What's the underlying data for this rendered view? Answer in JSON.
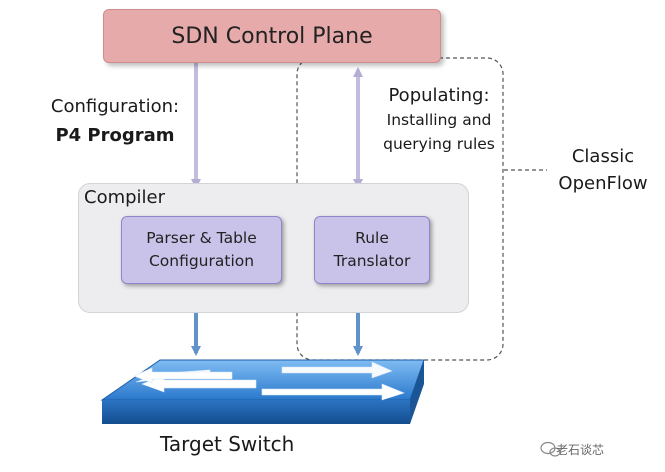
{
  "control_plane": {
    "label": "SDN Control Plane"
  },
  "configuration": {
    "line1": "Configuration:",
    "line2": "P4 Program"
  },
  "compiler": {
    "title": "Compiler",
    "parser_box": {
      "line1": "Parser & Table",
      "line2": "Configuration"
    },
    "rule_box": {
      "line1": "Rule",
      "line2": "Translator"
    }
  },
  "populating": {
    "title": "Populating:",
    "line1": "Installing and",
    "line2": "querying rules"
  },
  "classic_openflow": {
    "line1": "Classic",
    "line2": "OpenFlow"
  },
  "target_switch": {
    "label": "Target Switch"
  },
  "watermark": {
    "text": "老石谈芯"
  },
  "colors": {
    "control_plane_fill": "#e7aaaa",
    "inner_box_fill": "#c9c3ea",
    "compiler_fill": "#ededef",
    "switch_blue": "#2f7fd0",
    "arrow_lavender": "#c2bcdf",
    "arrow_blue": "#5f93c9"
  }
}
